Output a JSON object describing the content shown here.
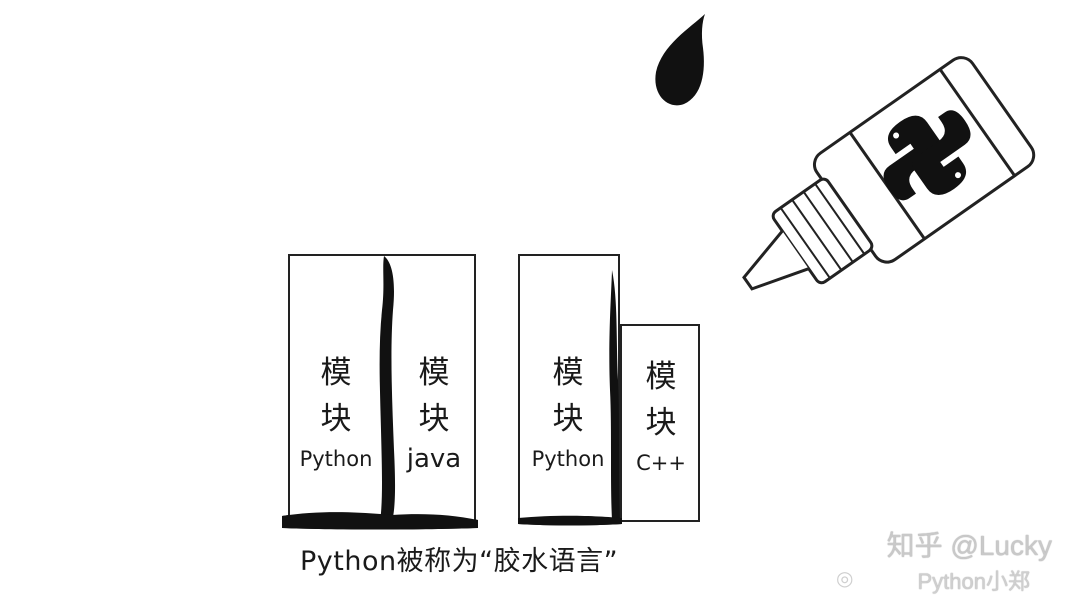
{
  "left_pair": {
    "left_module": {
      "char1": "模",
      "char2": "块",
      "lang": "Python"
    },
    "right_module": {
      "char1": "模",
      "char2": "块",
      "lang": "java"
    }
  },
  "right_pair": {
    "left_module": {
      "char1": "模",
      "char2": "块",
      "lang": "Python"
    },
    "right_module": {
      "char1": "模",
      "char2": "块",
      "lang": "C++"
    }
  },
  "caption": "Python被称为“胶水语言”",
  "watermark": {
    "main": "知乎 @Lucky",
    "secondary": "Python小郑"
  },
  "icons": {
    "bottle": "glue-bottle-icon",
    "drop": "glue-drop-icon",
    "logo": "python-logo-icon"
  }
}
